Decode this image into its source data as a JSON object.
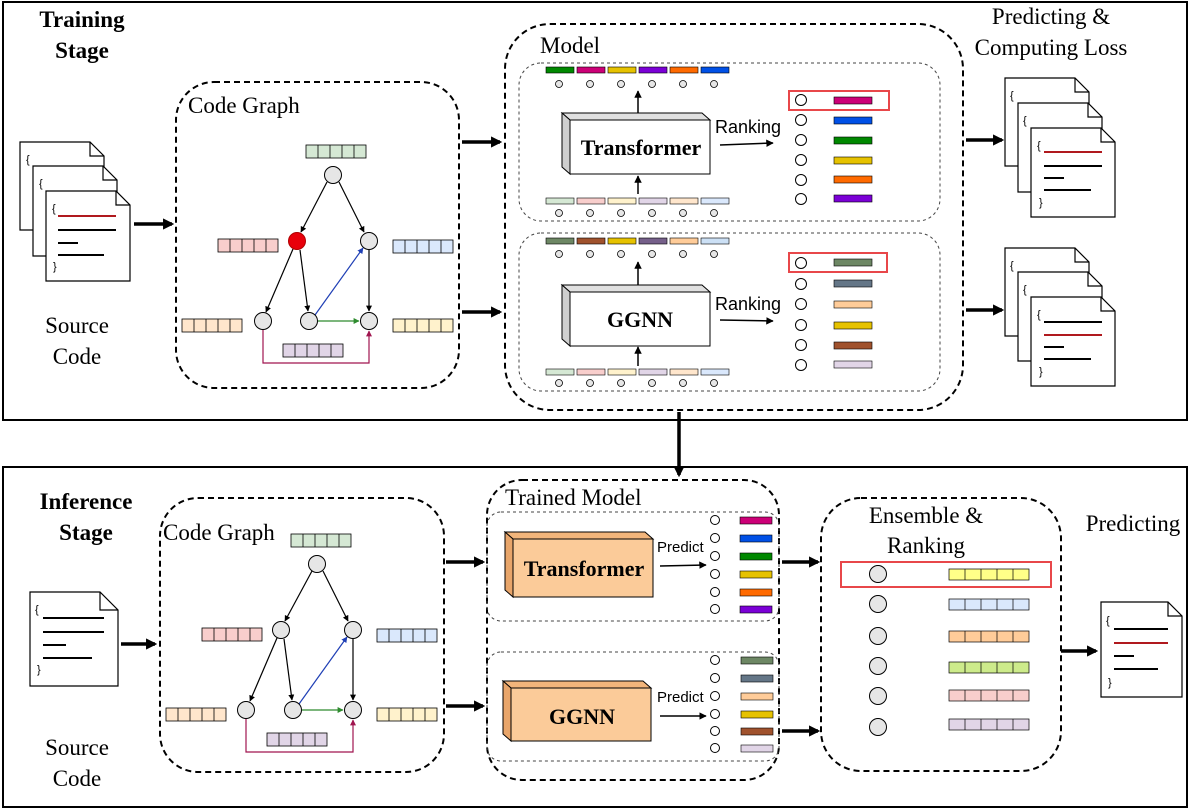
{
  "training": {
    "stage_line1": "Training",
    "stage_line2": "Stage",
    "source_line1": "Source",
    "source_line2": "Code",
    "code_graph": "Code Graph",
    "model": "Model",
    "transformer": "Transformer",
    "ggnn": "GGNN",
    "ranking_1": "Ranking",
    "ranking_2": "Ranking",
    "output_line1": "Predicting &",
    "output_line2": "Computing Loss"
  },
  "inference": {
    "stage_line1": "Inference",
    "stage_line2": "Stage",
    "source_line1": "Source",
    "source_line2": "Code",
    "code_graph": "Code Graph",
    "trained_model": "Trained Model",
    "transformer": "Transformer",
    "ggnn": "GGNN",
    "predict_1": "Predict",
    "predict_2": "Predict",
    "ensemble_line1": "Ensemble &",
    "ensemble_line2": "Ranking",
    "output": "Predicting"
  },
  "colors": {
    "highlight_box": "#e8474a",
    "red_node": "#e8000b",
    "model_box_fill": "#fbcb99",
    "edge_blue": "#1f3fb5",
    "edge_green": "#2e8b2e",
    "edge_maroon": "#a0154f",
    "code_red_line": "#b0191e"
  }
}
